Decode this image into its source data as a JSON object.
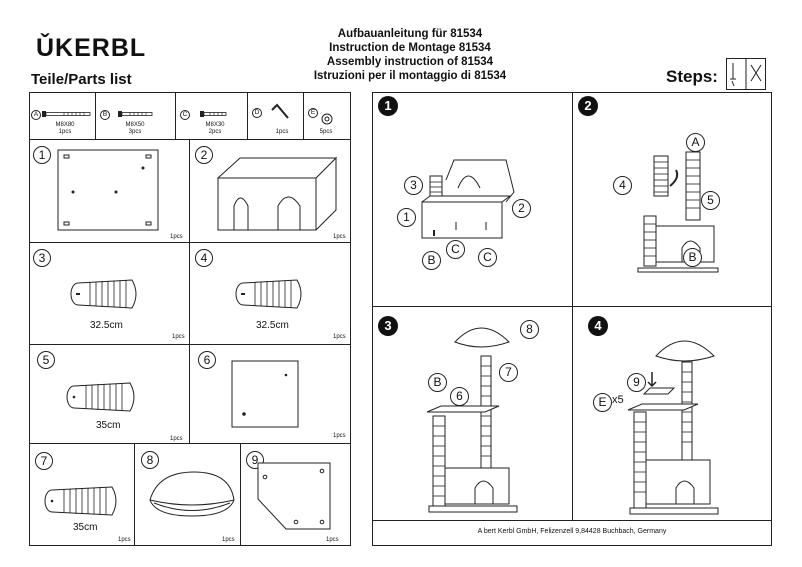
{
  "header": {
    "logo": "ǓKERBL",
    "titles": [
      "Aufbauanleitung für 81534",
      "Instruction de Montage 81534",
      "Assembly instruction of 81534",
      "Istruzioni per il montaggio di 81534"
    ],
    "parts_heading": "Teile/Parts list",
    "steps_heading": "Steps:"
  },
  "hardware": [
    {
      "letter": "A",
      "name": "M8X80",
      "qty": "1pcs"
    },
    {
      "letter": "B",
      "name": "M8X50",
      "qty": "3pcs"
    },
    {
      "letter": "C",
      "name": "M8X30",
      "qty": "2pcs"
    },
    {
      "letter": "D",
      "name": "",
      "qty": "1pcs"
    },
    {
      "letter": "E",
      "name": "",
      "qty": "5pcs"
    }
  ],
  "parts": [
    {
      "num": "1",
      "qty": "1pcs",
      "length": ""
    },
    {
      "num": "2",
      "qty": "1pcs",
      "length": ""
    },
    {
      "num": "3",
      "qty": "1pcs",
      "length": "32.5cm"
    },
    {
      "num": "4",
      "qty": "1pcs",
      "length": "32.5cm"
    },
    {
      "num": "5",
      "qty": "1pcs",
      "length": "35cm"
    },
    {
      "num": "6",
      "qty": "1pcs",
      "length": ""
    },
    {
      "num": "7",
      "qty": "1pcs",
      "length": "35cm"
    },
    {
      "num": "8",
      "qty": "1pcs",
      "length": ""
    },
    {
      "num": "9",
      "qty": "1pcs",
      "length": ""
    }
  ],
  "steps": [
    {
      "num": "1",
      "labels": [
        "3",
        "1",
        "2",
        "B",
        "C",
        "C"
      ]
    },
    {
      "num": "2",
      "labels": [
        "A",
        "4",
        "5",
        "B"
      ]
    },
    {
      "num": "3",
      "labels": [
        "8",
        "B",
        "6",
        "7"
      ]
    },
    {
      "num": "4",
      "labels": [
        "9",
        "E",
        "x5"
      ]
    }
  ],
  "footer": "A bert Kerbl GmbH, Felizenzell 9,84428 Buchbach, Germany"
}
